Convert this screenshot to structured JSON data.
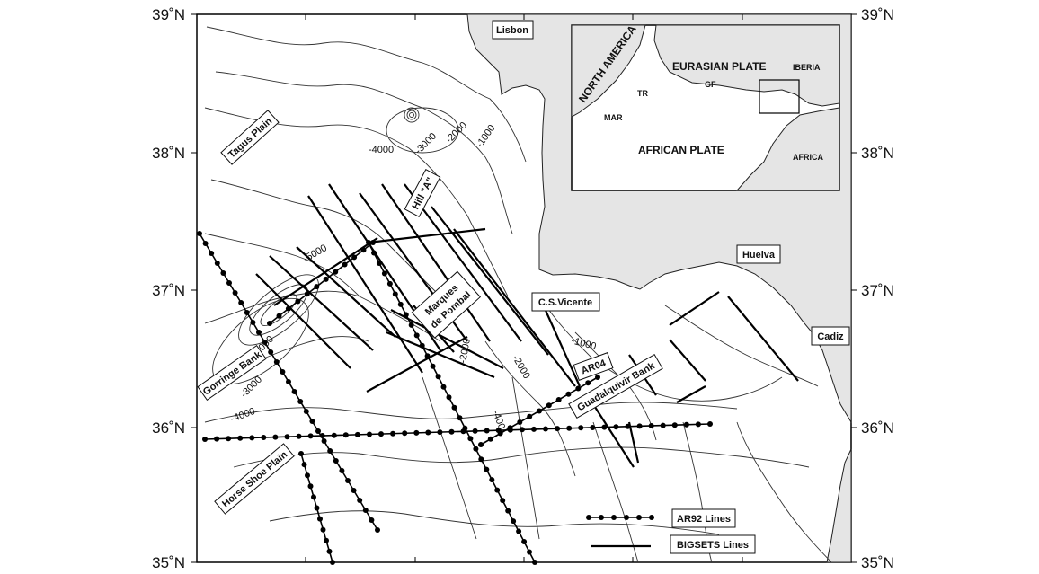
{
  "axes": {
    "left_labels": [
      "39˚N",
      "38˚N",
      "37˚N",
      "36˚N",
      "35˚N"
    ],
    "right_labels": [
      "39˚N",
      "38˚N",
      "37˚N",
      "36˚N",
      "35˚N"
    ]
  },
  "places": {
    "lisbon": "Lisbon",
    "tagus_plain": "Tagus Plain",
    "hill_a": "Hill \"A\"",
    "marques_de_pombal_1": "Marques",
    "marques_de_pombal_2": "de Pombal",
    "cs_vicente": "C.S.Vicente",
    "huelva": "Huelva",
    "cadiz": "Cadiz",
    "gorringe_bank": "Gorringe Bank",
    "ar04": "AR04",
    "guadalquivir_bank": "Guadalquivir Bank",
    "horse_shoe_plain": "Horse Shoe Plain"
  },
  "depth_labels": {
    "d4000_north": "-4000",
    "d3000_north": "-3000",
    "d2000_north": "-2000",
    "d1000_north": "-1000",
    "d5000": "-5000",
    "d2000_pombal": "-2000",
    "d1000_south": "-1000",
    "d2000_south": "-2000",
    "d4000_south": "-400",
    "d2000_gorringe": "-2000",
    "d3000_gorringe": "-3000",
    "d4000_gorringe": "-4000"
  },
  "legend": {
    "ar92": "AR92 Lines",
    "bigsets": "BIGSETS Lines"
  },
  "inset": {
    "north_america": "NORTH AMERICA",
    "eurasian_plate": "EURASIAN PLATE",
    "iberia": "IBERIA",
    "tr": "TR",
    "gf": "GF",
    "mar": "MAR",
    "african_plate": "AFRICAN PLATE",
    "africa": "AFRICA"
  }
}
